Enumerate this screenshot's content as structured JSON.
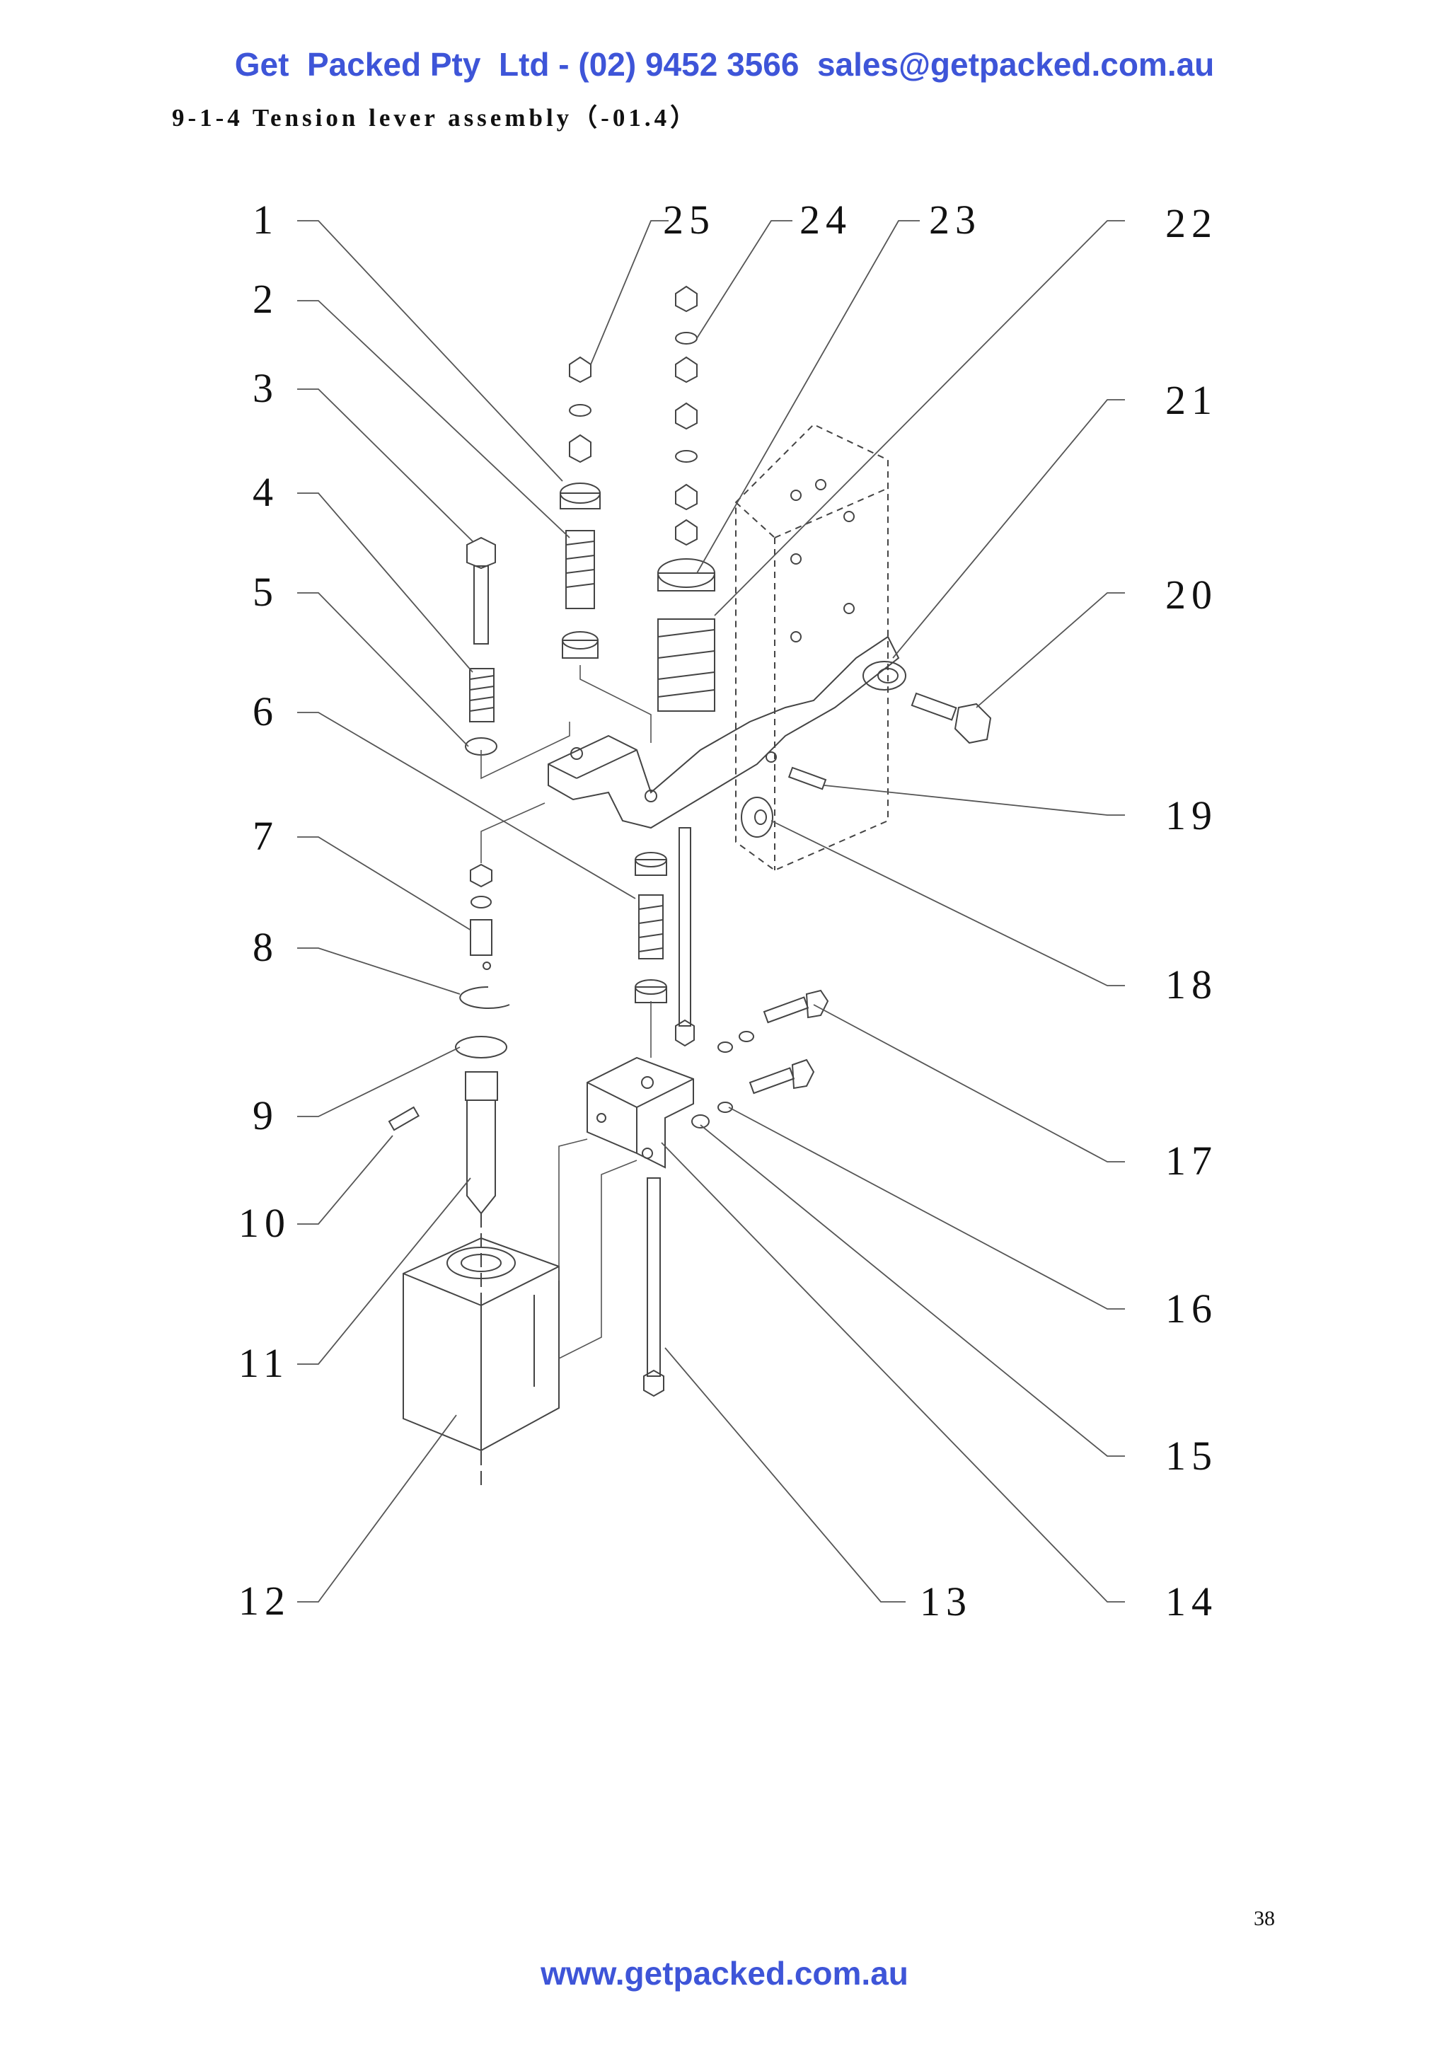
{
  "header": {
    "contact_line": "Get  Packed Pty  Ltd - (02) 9452 3566  sales@getpacked.com.au"
  },
  "section": {
    "title": "9-1-4 Tension lever assembly（-01.4）"
  },
  "callouts": {
    "left": [
      "1",
      "2",
      "3",
      "4",
      "5",
      "6",
      "7",
      "8",
      "9",
      "10",
      "11",
      "12"
    ],
    "top": [
      "25",
      "24",
      "23",
      "22"
    ],
    "right": [
      "21",
      "20",
      "19",
      "18",
      "17",
      "16",
      "15",
      "14"
    ],
    "bottom": [
      "13"
    ]
  },
  "page_number": "38",
  "footer": {
    "website": "www.getpacked.com.au"
  },
  "colors": {
    "link_blue": "#3e55d8",
    "line": "#444444"
  }
}
